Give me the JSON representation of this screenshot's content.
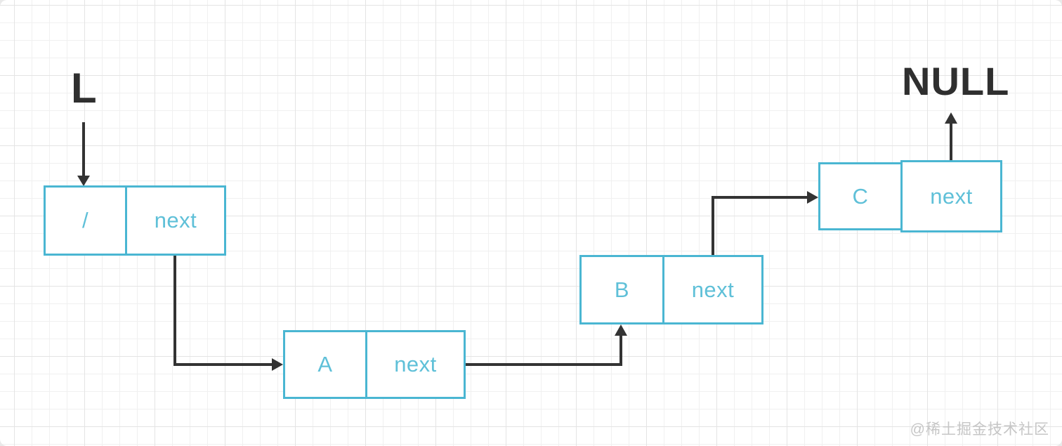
{
  "diagram": {
    "type": "singly-linked-list",
    "head_pointer_label": "L",
    "terminator_label": "NULL",
    "nodes": [
      {
        "name": "head",
        "data": "/",
        "pointer": "next"
      },
      {
        "name": "A",
        "data": "A",
        "pointer": "next"
      },
      {
        "name": "B",
        "data": "B",
        "pointer": "next"
      },
      {
        "name": "C",
        "data": "C",
        "pointer": "next"
      }
    ],
    "edges": [
      "L -> head",
      "head.next -> A",
      "A.next -> B",
      "B.next -> C",
      "C.next -> NULL"
    ],
    "watermark": "@稀土掘金技术社区",
    "colors": {
      "node_border": "#4ab6d2",
      "node_text": "#5fc0d8",
      "arrow": "#333333",
      "label_text": "#2f2f2f",
      "grid_minor": "#f0f0f0",
      "grid_major": "#e4e4e4",
      "background": "#ffffff",
      "watermark": "#c6c6c6"
    }
  }
}
